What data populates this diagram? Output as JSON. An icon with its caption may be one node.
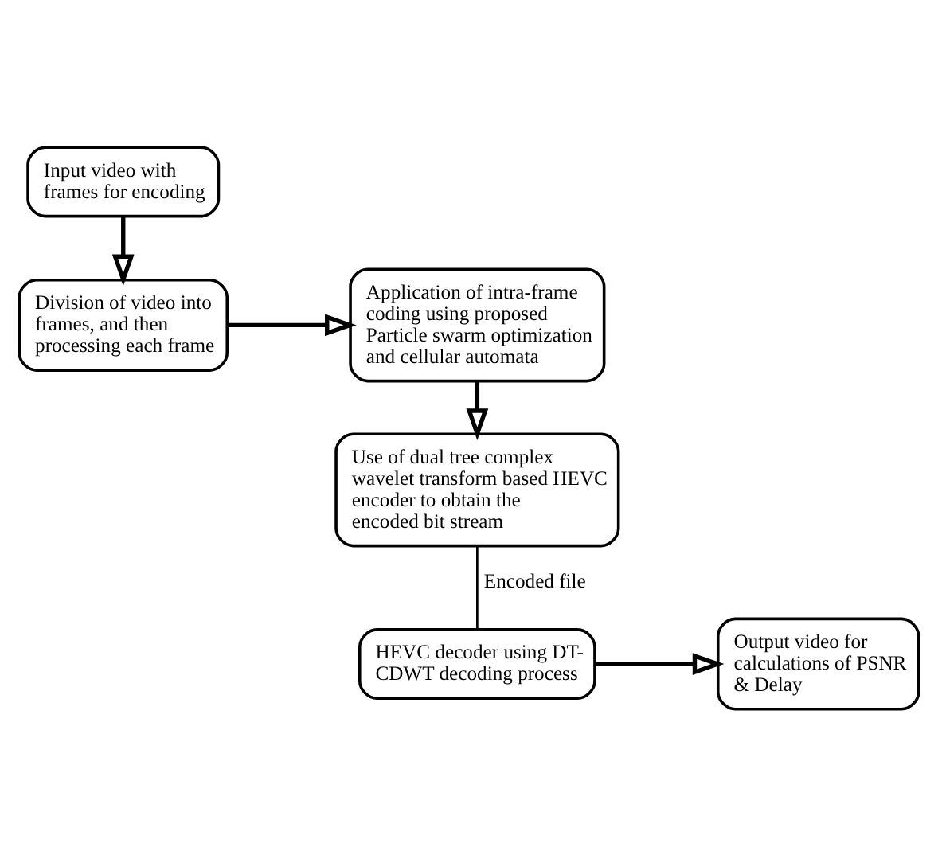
{
  "diagram": {
    "nodes": [
      {
        "text": [
          "Input video with frames for encoding"
        ]
      },
      {
        "text": [
          "Division of video into frames, and then processing each frame"
        ]
      },
      {
        "text": [
          "Application of intra-frame coding using proposed Particle swarm optimization and cellular automata"
        ]
      },
      {
        "text": [
          "Use of dual tree complex wavelet transform based HEVC encoder to obtain the encoded bit stream"
        ]
      },
      {
        "text": [
          "HEVC decoder using DT-CDWT decoding process"
        ]
      },
      {
        "text": [
          "Output video for calculations of PSNR & Delay"
        ]
      }
    ],
    "edges": [
      {
        "from": 0,
        "to": 1,
        "arrow": "to"
      },
      {
        "from": 1,
        "to": 2,
        "arrow": "to"
      },
      {
        "from": 2,
        "to": 3,
        "arrow": "to"
      },
      {
        "from": 3,
        "to": 4,
        "arrow": "none",
        "label": "Encoded file"
      },
      {
        "from": 4,
        "to": 5,
        "arrow": "to"
      }
    ]
  }
}
